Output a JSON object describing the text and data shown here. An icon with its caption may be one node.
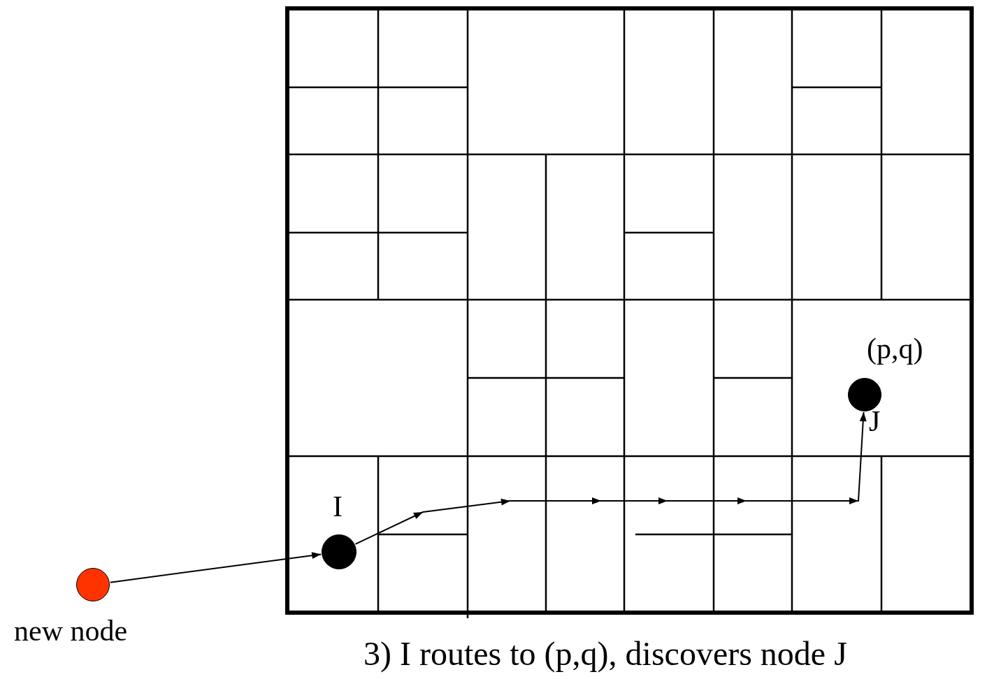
{
  "diagram": {
    "caption": "3) I routes to (p,q), discovers node J",
    "nodes": [
      {
        "text": [],
        "shape": "circle",
        "beside": [
          "new node"
        ]
      },
      {
        "text": [],
        "shape": "circle",
        "beside": [
          "I"
        ]
      },
      {
        "text": [],
        "shape": "circle",
        "beside": [
          "(p,q)",
          "J"
        ]
      }
    ],
    "edges": [
      {
        "from": 0,
        "to": 1,
        "arrow": "to"
      },
      {
        "from": 1,
        "to": 2,
        "arrow": "to"
      }
    ]
  }
}
